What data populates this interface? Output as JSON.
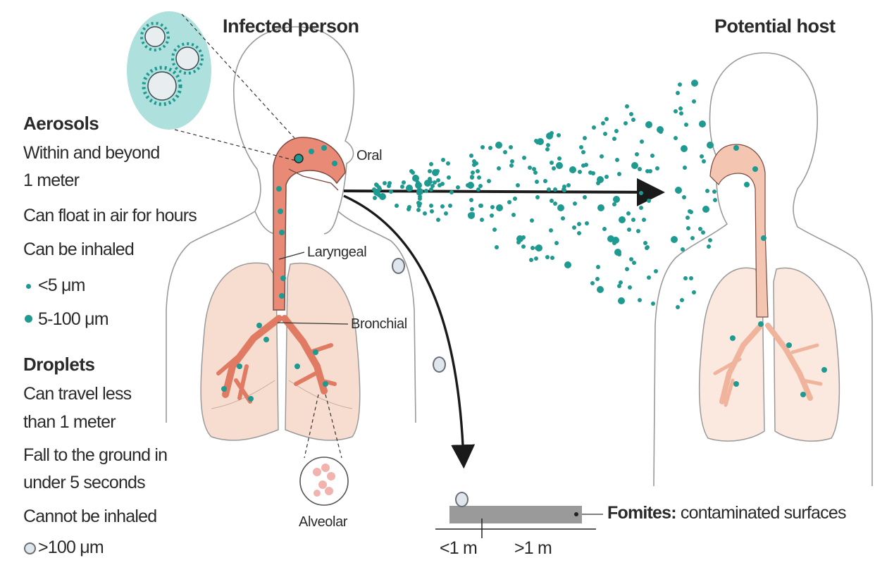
{
  "titles": {
    "infected": "Infected person",
    "host": "Potential host"
  },
  "aerosols": {
    "heading": "Aerosols",
    "line1": "Within and beyond",
    "line2": "1 meter",
    "line3": "Can float in air for hours",
    "line4": "Can be inhaled",
    "legend_small": "<5 μm",
    "legend_large": "5-100 μm"
  },
  "droplets": {
    "heading": "Droplets",
    "line1": "Can travel less",
    "line2": "than 1 meter",
    "line3": "Fall to the ground in",
    "line4": "under 5 seconds",
    "line5": "Cannot be inhaled",
    "legend": ">100 μm"
  },
  "labels": {
    "oral": "Oral",
    "laryngeal": "Laryngeal",
    "bronchial": "Bronchial",
    "alveolar": "Alveolar"
  },
  "fomites": {
    "bold": "Fomites:",
    "rest": " contaminated surfaces",
    "less": "<1 m",
    "more": ">1 m"
  },
  "colors": {
    "aerosol": "#1e9a90",
    "droplet_fill": "#dfe6ee",
    "tract": "#e98a77",
    "tract_host": "#f4c5b0",
    "lung": "#f7ddd0",
    "outline": "#9a9a9a",
    "virus_bubble": "#aee0dd",
    "surface": "#9a9a9a"
  }
}
